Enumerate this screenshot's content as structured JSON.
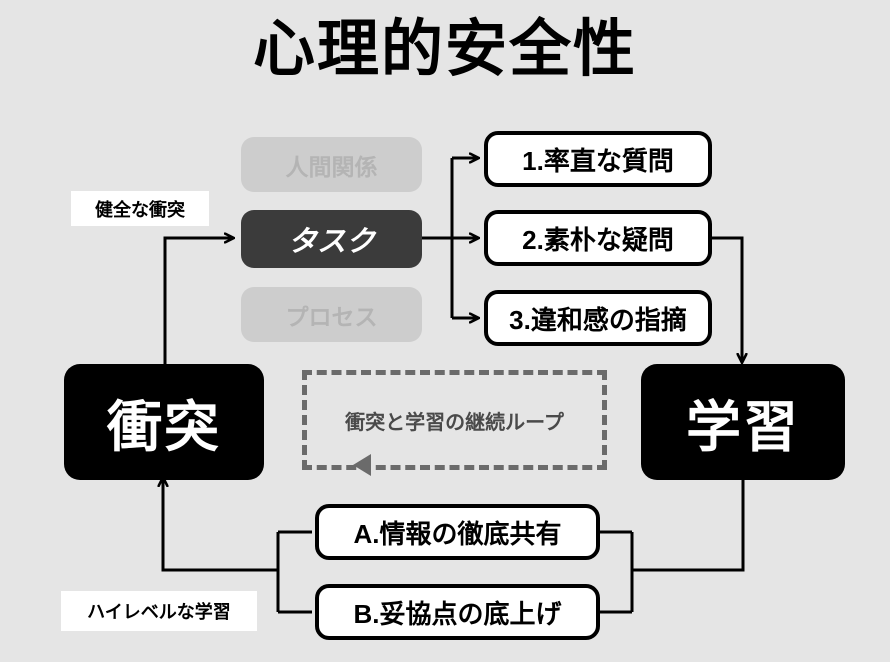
{
  "page": {
    "title": "心理的安全性",
    "background_color": "#e5e5e5"
  },
  "colors": {
    "background": "#e5e5e5",
    "dim_box_fill": "#cdcdcd",
    "dim_box_text": "#b4b4b4",
    "active_box_fill": "#3b3b3b",
    "active_box_text": "#ffffff",
    "card_fill": "#ffffff",
    "card_border": "#000000",
    "big_box_fill": "#000000",
    "big_box_text": "#ffffff",
    "loop_dash": "#6b6b6b",
    "loop_text": "#4a4a4a",
    "line": "#000000"
  },
  "tags": {
    "healthy_conflict": "健全な衝突",
    "high_level_learning": "ハイレベルな学習"
  },
  "conflict_node": {
    "label": "衝突"
  },
  "learning_node": {
    "label": "学習"
  },
  "loop": {
    "label": "衝突と学習の継続ループ"
  },
  "focus_column": {
    "items": [
      {
        "label": "人間関係",
        "state": "dim"
      },
      {
        "label": "タスク",
        "state": "active"
      },
      {
        "label": "プロセス",
        "state": "dim"
      }
    ]
  },
  "behaviors_column": {
    "items": [
      {
        "label": "1.率直な質問"
      },
      {
        "label": "2.素朴な疑問"
      },
      {
        "label": "3.違和感の指摘"
      }
    ]
  },
  "outcomes_column": {
    "items": [
      {
        "label": "A.情報の徹底共有"
      },
      {
        "label": "B.妥協点の底上げ"
      }
    ]
  }
}
